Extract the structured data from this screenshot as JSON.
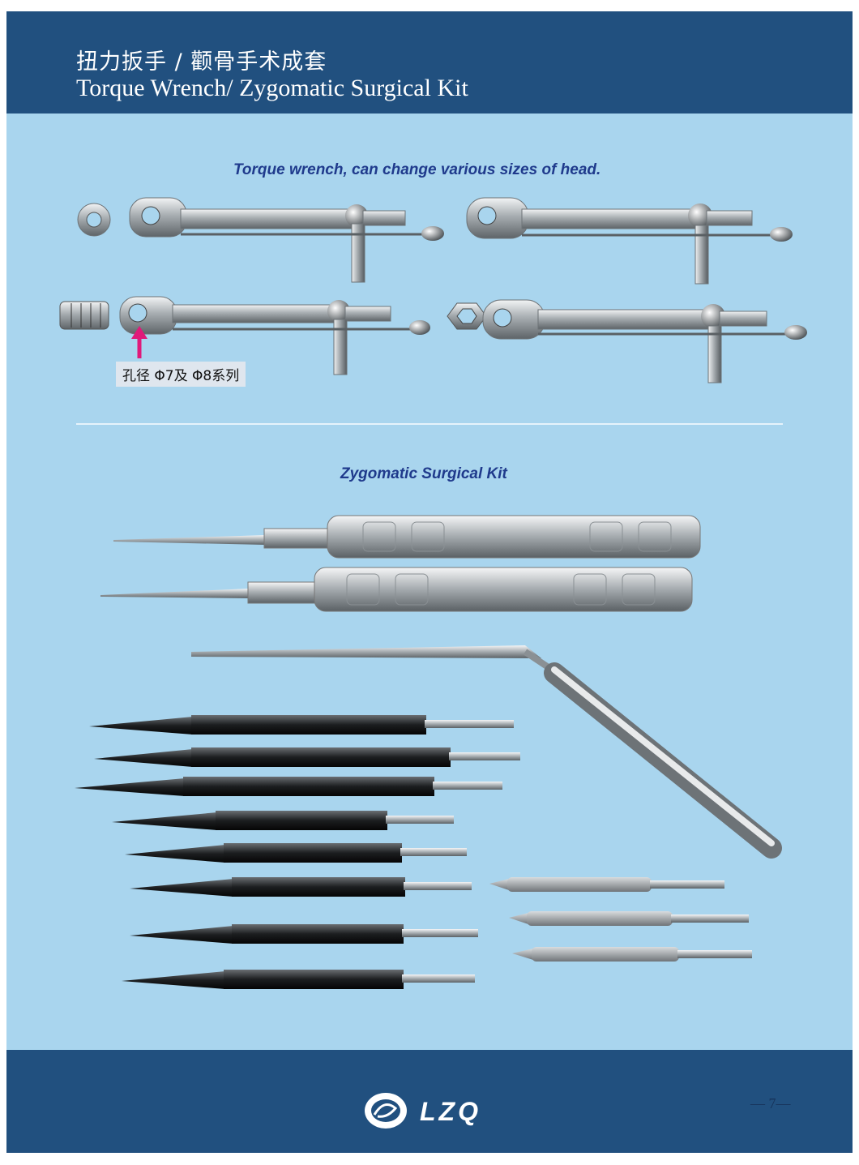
{
  "header": {
    "title_cn": "扭力扳手 / 颧骨手术成套",
    "title_en": "Torque Wrench/ Zygomatic Surgical Kit"
  },
  "torque_section": {
    "caption": "Torque wrench, can change various sizes of head.",
    "bore_label": "孔径 Φ7及 Φ8系列"
  },
  "zygomatic_section": {
    "caption": "Zygomatic Surgical Kit"
  },
  "footer": {
    "brand": "LZQ",
    "page_number": "— 7—"
  },
  "colors": {
    "header_bg": "#21507f",
    "page_bg": "#a9d5ee",
    "caption_text": "#1f3a8c",
    "arrow": "#e0197a"
  }
}
